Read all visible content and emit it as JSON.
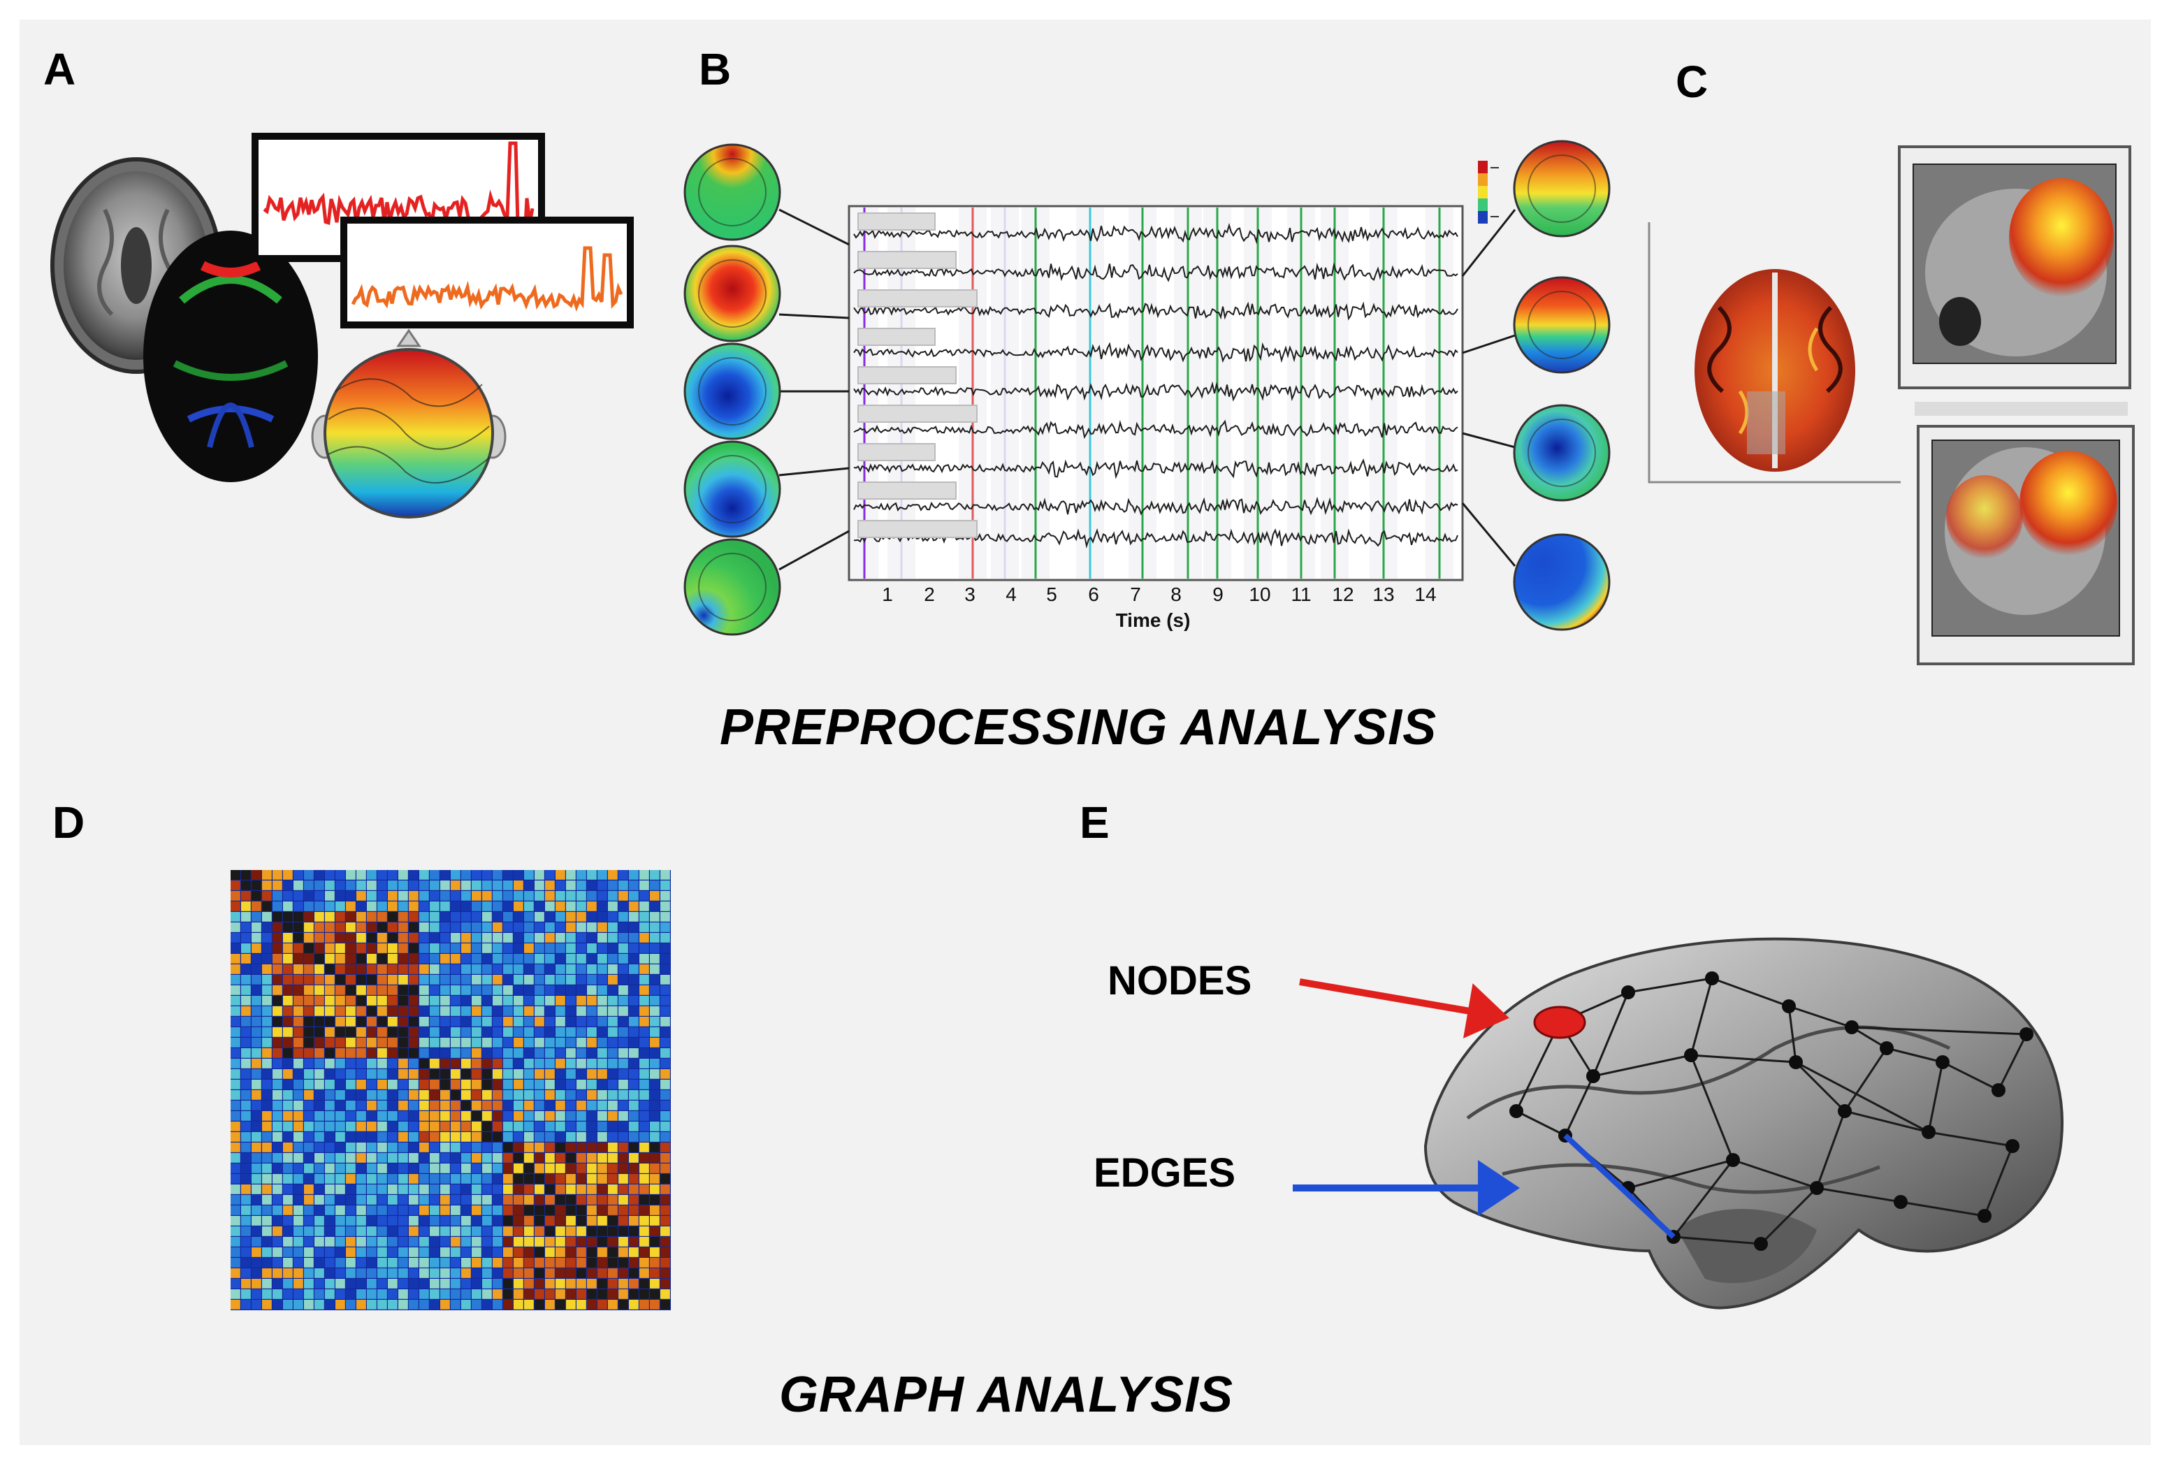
{
  "panels": {
    "a": {
      "label": "A"
    },
    "b": {
      "label": "B",
      "time_ticks": [
        "1",
        "2",
        "3",
        "4",
        "5",
        "6",
        "7",
        "8",
        "9",
        "10",
        "11",
        "12",
        "13",
        "14"
      ],
      "time_axis_label": "Time (s)"
    },
    "c": {
      "label": "C"
    },
    "d": {
      "label": "D"
    },
    "e": {
      "label": "E",
      "nodes_label": "NODES",
      "edges_label": "EDGES"
    }
  },
  "sections": {
    "preprocessing": "PREPROCESSING ANALYSIS",
    "graph": "GRAPH ANALYSIS"
  },
  "colors": {
    "background": "#f2f2f2",
    "nodes_arrow": "#e0201c",
    "edges_arrow": "#1f4fd6",
    "eeg_trace_red": "#e52222",
    "eeg_trace_orange": "#ee6a1e"
  }
}
